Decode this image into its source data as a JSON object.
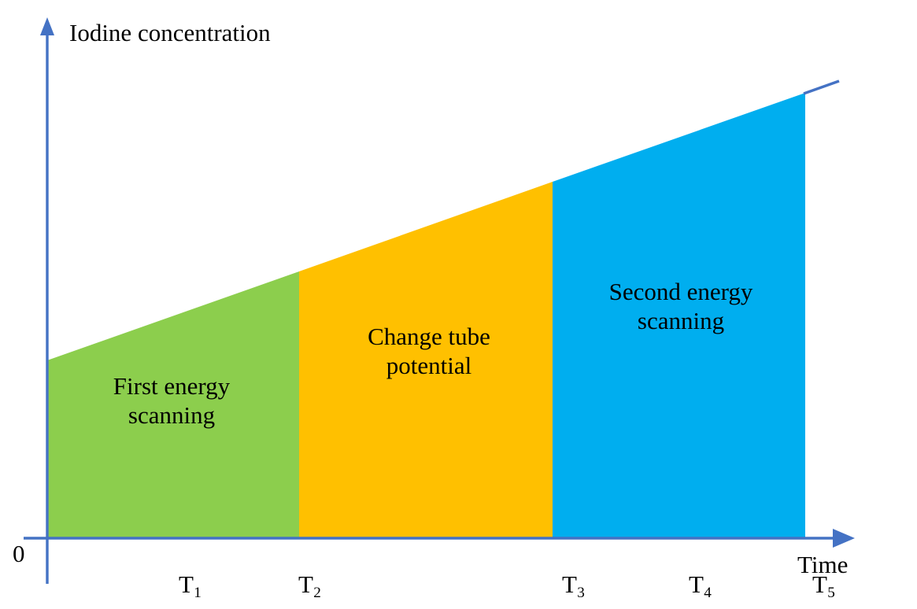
{
  "figure": {
    "background_color": "#ffffff",
    "axis_color": "#4472C4",
    "text_color": "#000000"
  },
  "axes": {
    "y_title": "Iodine concentration",
    "x_title": "Time",
    "origin_label": "0"
  },
  "ticks": [
    {
      "base": "T",
      "sub": "1"
    },
    {
      "base": "T",
      "sub": "2"
    },
    {
      "base": "T",
      "sub": "3"
    },
    {
      "base": "T",
      "sub": "4"
    },
    {
      "base": "T",
      "sub": "5"
    }
  ],
  "regions": [
    {
      "label_line1": "First energy",
      "label_line2": "scanning",
      "color": "#8CCE4D"
    },
    {
      "label_line1": "Change tube",
      "label_line2": "potential",
      "color": "#FFC000"
    },
    {
      "label_line1": "Second energy",
      "label_line2": "scanning",
      "color": "#00AEEF"
    }
  ],
  "chart_data": {
    "type": "area",
    "title": "",
    "xlabel": "Time",
    "ylabel": "Iodine concentration",
    "grid": false,
    "legend": null,
    "x_tick_labels": [
      "0",
      "T1",
      "T2",
      "T3",
      "T4",
      "T5"
    ],
    "description": "Iodine concentration rises linearly with time; the time axis is divided into three shaded phases separated at T2 and T3.",
    "x": [
      0,
      1,
      2,
      3,
      4,
      5
    ],
    "y": [
      0.55,
      0.7,
      0.85,
      1.0,
      1.15,
      1.3
    ],
    "series": [
      {
        "name": "Iodine concentration",
        "x": [
          0,
          1,
          2,
          3,
          4,
          5
        ],
        "values": [
          0.55,
          0.7,
          0.85,
          1.0,
          1.15,
          1.3
        ]
      }
    ],
    "shaded_regions": [
      {
        "name": "First energy scanning",
        "x_start": "0",
        "x_end": "T2",
        "color": "#8CCE4D"
      },
      {
        "name": "Change tube potential",
        "x_start": "T2",
        "x_end": "T3",
        "color": "#FFC000"
      },
      {
        "name": "Second energy scanning",
        "x_start": "T3",
        "x_end": "T5",
        "color": "#00AEEF"
      }
    ],
    "xlim": [
      0,
      5.65
    ],
    "ylim": [
      0,
      1.55
    ]
  }
}
